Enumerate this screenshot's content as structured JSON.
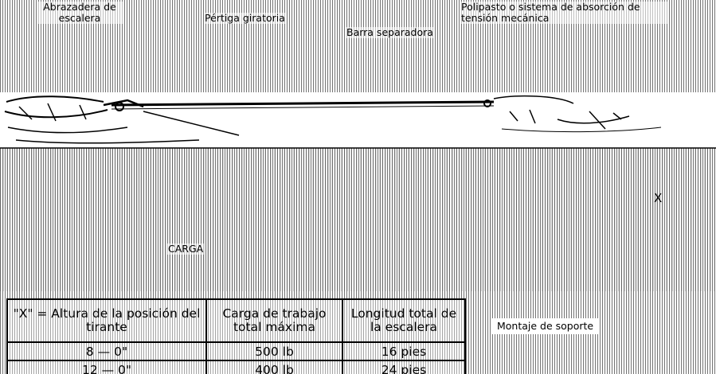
{
  "labels": {
    "ladder_clamp": "Abrazadera de escalera",
    "rotating_pole": "Pértiga giratoria",
    "spreader_bar": "Barra separadora",
    "hoist": "Polipasto o sistema de absorción de tensión mecánica",
    "x_marker": "X",
    "load": "CARGA",
    "mounting": "Montaje de soporte"
  },
  "table": {
    "headers": [
      "\"X\" = Altura de la posición del tirante",
      "Carga de trabajo total máxima",
      "Longitud total de la escalera"
    ],
    "rows": [
      [
        "8 — 0\"",
        "500 lb",
        "16 pies"
      ],
      [
        "12 — 0\"",
        "400 lb",
        "24 pies"
      ]
    ]
  },
  "colors": {
    "ink": "#000000",
    "paper": "#ffffff"
  }
}
